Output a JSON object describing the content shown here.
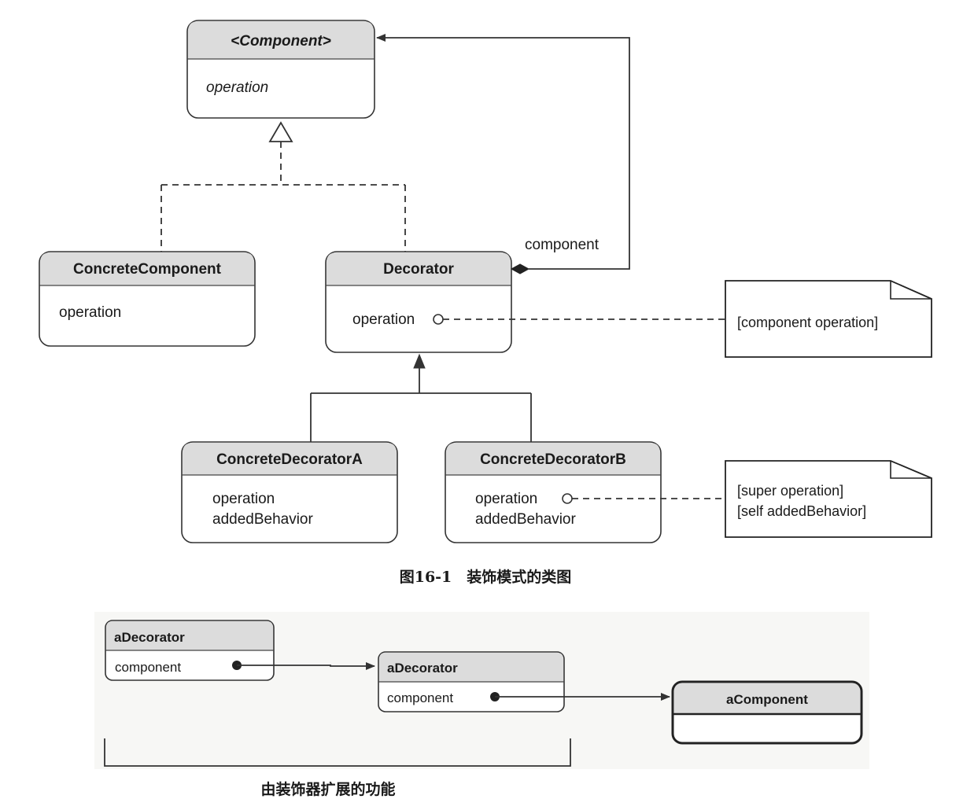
{
  "figure1": {
    "component": {
      "name": "<Component>",
      "operation": "operation"
    },
    "concrete_component": {
      "name": "ConcreteComponent",
      "operation": "operation"
    },
    "decorator": {
      "name": "Decorator",
      "operation": "operation"
    },
    "concrete_decorator_a": {
      "name": "ConcreteDecoratorA",
      "operation": "operation",
      "added_behavior": "addedBehavior"
    },
    "concrete_decorator_b": {
      "name": "ConcreteDecoratorB",
      "operation": "operation",
      "added_behavior": "addedBehavior"
    },
    "association_label": "component",
    "note_decorator": "[component operation]",
    "note_decorator_b": {
      "line1": "[super operation]",
      "line2": "[self addedBehavior]"
    },
    "caption": "图16-1　装饰模式的类图"
  },
  "figure2": {
    "decorator1": {
      "name": "aDecorator",
      "field": "component"
    },
    "decorator2": {
      "name": "aDecorator",
      "field": "component"
    },
    "component": {
      "name": "aComponent"
    },
    "bracket_label": "由装饰器扩展的功能"
  }
}
